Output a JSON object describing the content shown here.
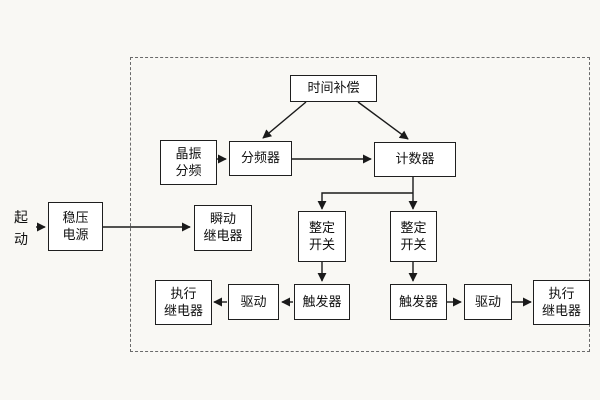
{
  "colors": {
    "line": "#1a1a1a",
    "box_border": "#1f1f1f",
    "box_background": "#ffffff",
    "dashed_border": "#6a6a6a"
  },
  "diagram": {
    "start_label": "起\n动",
    "nodes": {
      "power_supply": "稳压\n电源",
      "instant_relay": "瞬动\n继电器",
      "time_compensation": "时间补偿",
      "crystal_divider": "晶振\n分频",
      "frequency_divider": "分频器",
      "counter": "计数器",
      "setting_switch_left": "整定\n开关",
      "setting_switch_right": "整定\n开关",
      "trigger_left": "触发器",
      "trigger_right": "触发器",
      "driver_left": "驱动",
      "driver_right": "驱动",
      "exec_relay_left": "执行\n继电器",
      "exec_relay_right": "执行\n继电器"
    }
  }
}
